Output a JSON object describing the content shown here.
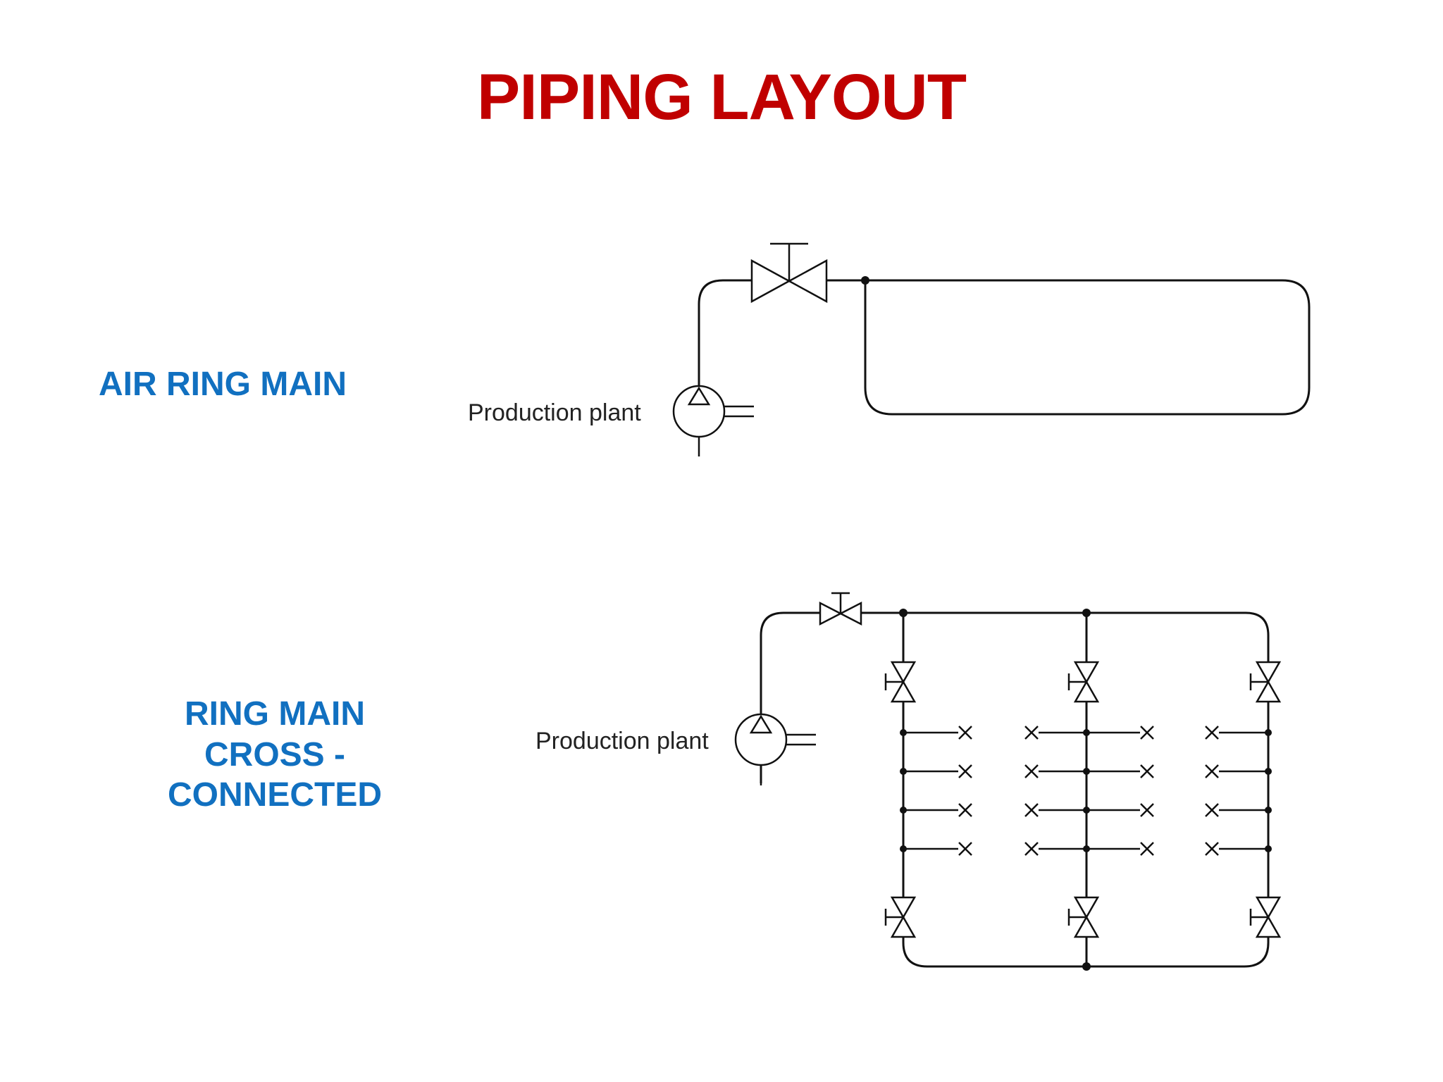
{
  "title": "PIPING LAYOUT",
  "diagrams": {
    "air_ring_main": {
      "label": "AIR RING MAIN",
      "plant_label": "Production plant"
    },
    "ring_main_cross_connected": {
      "label_line1": "RING MAIN",
      "label_line2": "CROSS - CONNECTED",
      "plant_label": "Production plant"
    }
  },
  "colors": {
    "title": "#c00000",
    "labels": "#1170c0",
    "lines": "#111111"
  }
}
